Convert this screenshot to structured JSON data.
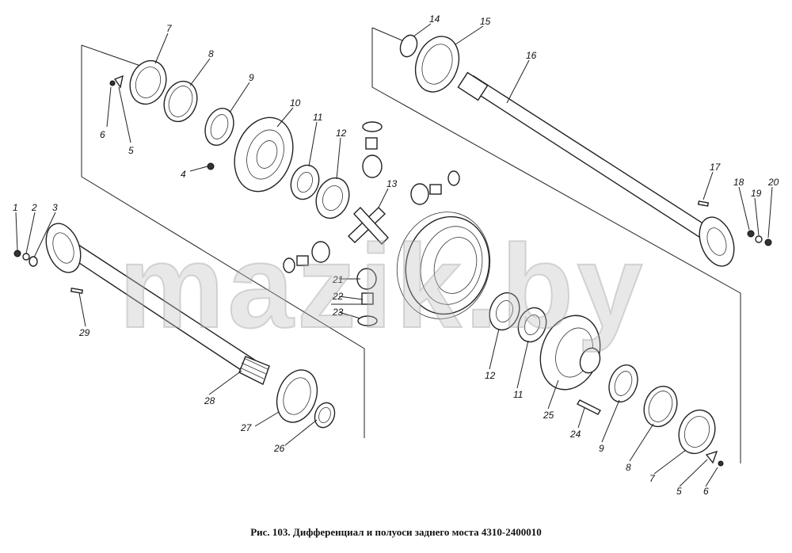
{
  "caption": "Рис. 103. Дифференциал и полуоси заднего моста 4310-2400010",
  "watermark": "mazik.by",
  "callouts": [
    "1",
    "2",
    "3",
    "4",
    "5",
    "6",
    "7",
    "8",
    "9",
    "10",
    "11",
    "12",
    "13",
    "14",
    "15",
    "16",
    "17",
    "18",
    "19",
    "20",
    "21",
    "22",
    "23",
    "24",
    "25",
    "26",
    "27",
    "28",
    "29",
    "12",
    "11",
    "9",
    "8",
    "7",
    "5",
    "6"
  ]
}
